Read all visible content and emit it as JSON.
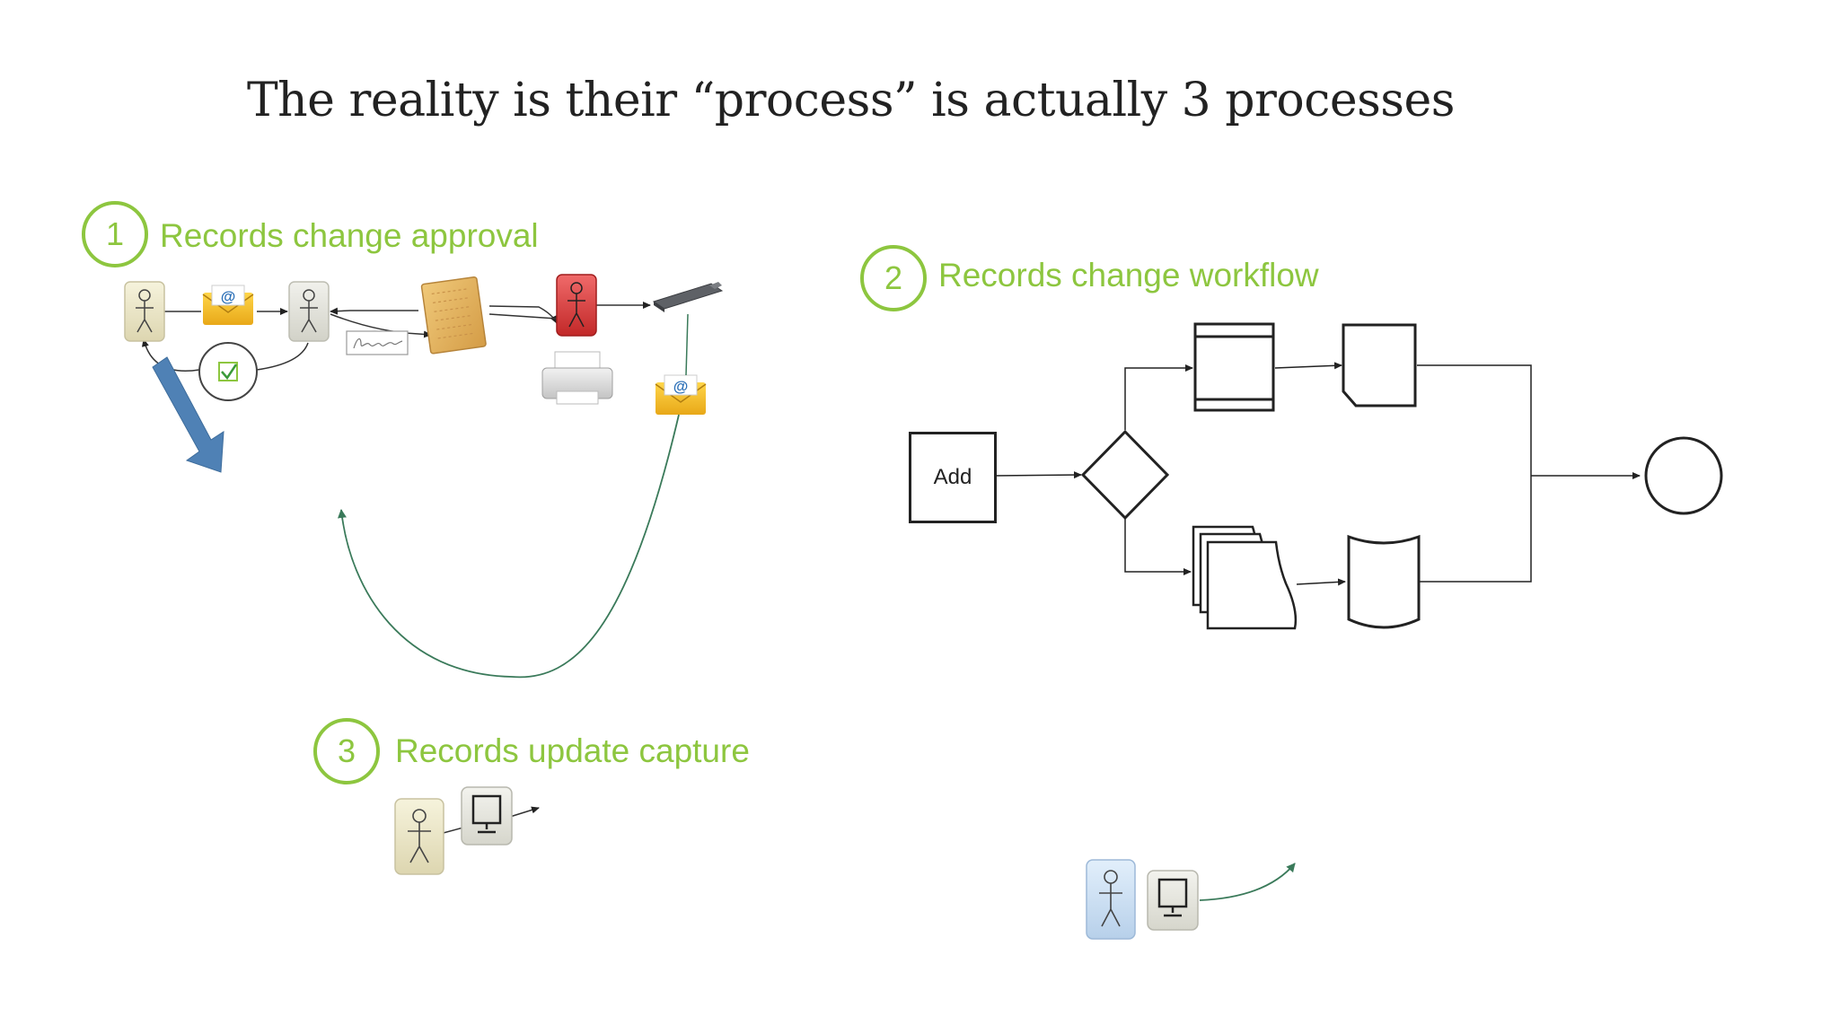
{
  "title": "The reality is their “process” is actually 3 processes",
  "steps": [
    {
      "number": "1",
      "label": "Records change approval"
    },
    {
      "number": "2",
      "label": "Records change workflow"
    },
    {
      "number": "3",
      "label": "Records update capture"
    }
  ],
  "flowchart": {
    "start_label": "Add"
  },
  "colors": {
    "accent": "#8dc63f",
    "curve": "#3a7a5a",
    "big_arrow": "#4f81b5",
    "stroke": "#222222"
  },
  "icons": [
    "person-icon",
    "email-icon",
    "checkbox-icon",
    "signature-icon",
    "document-icon",
    "printer-icon",
    "scanner-icon",
    "computer-icon"
  ]
}
